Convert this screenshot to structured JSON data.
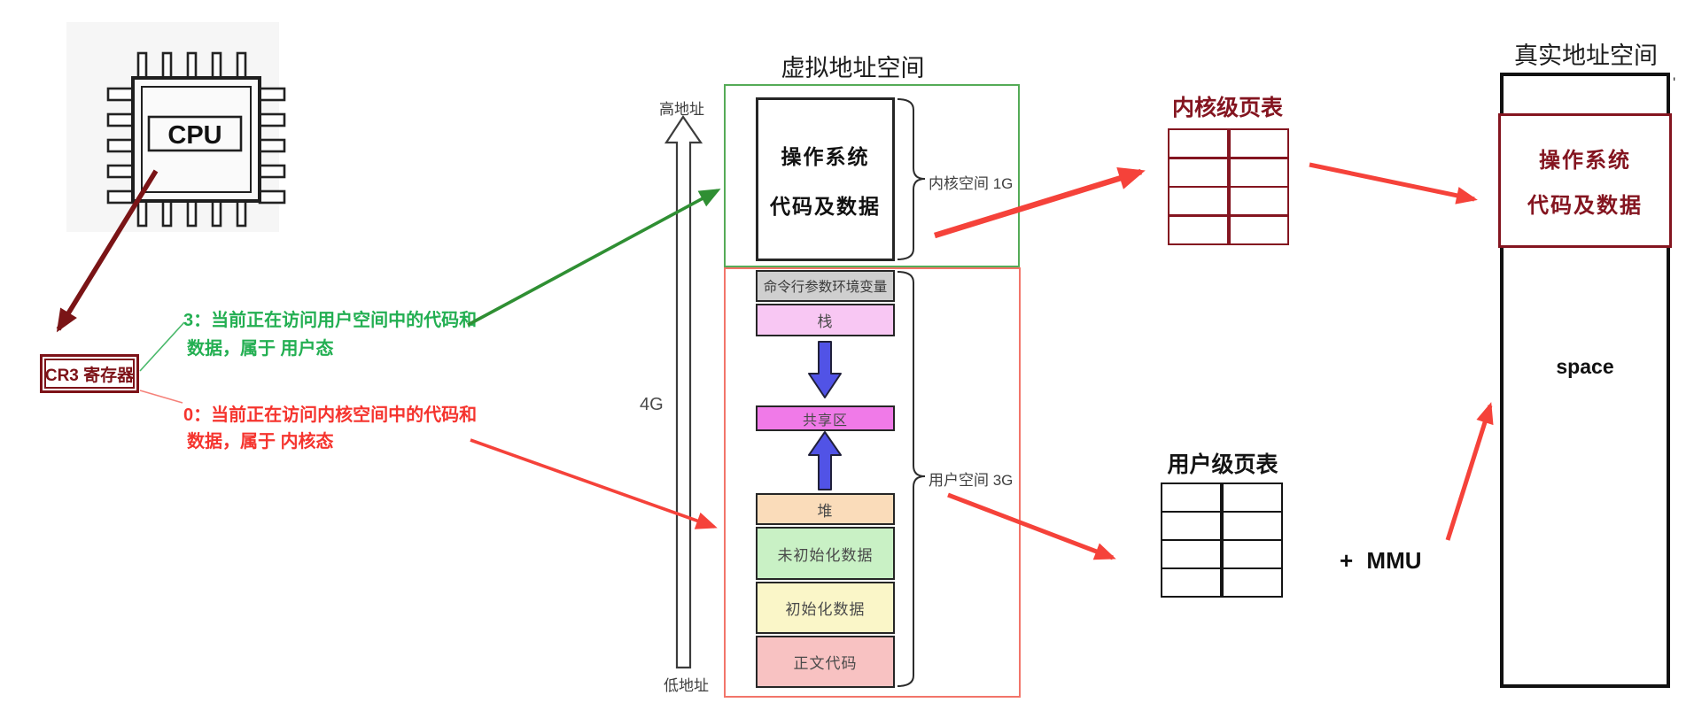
{
  "cpu": {
    "label": "CPU"
  },
  "cr3": {
    "label": "CR3 寄存器"
  },
  "annotations": {
    "user_mode": {
      "line1": "3：当前正在访问用户空间中的代码和",
      "line2": "数据，属于 用户态",
      "color": "#23af52"
    },
    "kernel_mode": {
      "line1": "0：当前正在访问内核空间中的代码和",
      "line2": "数据，属于 内核态",
      "color": "#f5342e"
    }
  },
  "virtual_space": {
    "title": "虚拟地址空间",
    "high_addr_label": "高地址",
    "low_addr_label": "低地址",
    "size_label": "4G",
    "kernel_brace_label": "内核空间 1G",
    "user_brace_label": "用户空间 3G",
    "os_box": {
      "line1": "操作系统",
      "line2": "代码及数据"
    },
    "segments": [
      {
        "label": "命令行参数环境变量",
        "color": "#cfcfcf"
      },
      {
        "label": "栈",
        "color": "#f8c7f3"
      },
      {
        "label": "共享区",
        "color": "#f07ae8"
      },
      {
        "label": "堆",
        "color": "#fadcba"
      },
      {
        "label": "未初始化数据",
        "color": "#c9f1c5"
      },
      {
        "label": "初始化数据",
        "color": "#faf6c8"
      },
      {
        "label": "正文代码",
        "color": "#f8c2c2"
      }
    ]
  },
  "kernel_page_table": {
    "title": "内核级页表",
    "rows": 4,
    "cols": 2,
    "border_color": "#841520"
  },
  "user_page_table": {
    "title": "用户级页表",
    "rows": 4,
    "cols": 2,
    "border_color": "#141414"
  },
  "mmu": {
    "label": "+ MMU"
  },
  "real_space": {
    "title": "真实地址空间",
    "os_box": {
      "line1": "操作系统",
      "line2": "代码及数据"
    },
    "space_label": "space",
    "stray_mark": "'"
  },
  "colors": {
    "maroon": "#841520",
    "red_arrow": "#f5423a",
    "green_arrow": "#2f8f33",
    "green_box_border": "#55ab57",
    "red_box_border": "#f2756a",
    "blue_arrow": "#5153e6"
  }
}
